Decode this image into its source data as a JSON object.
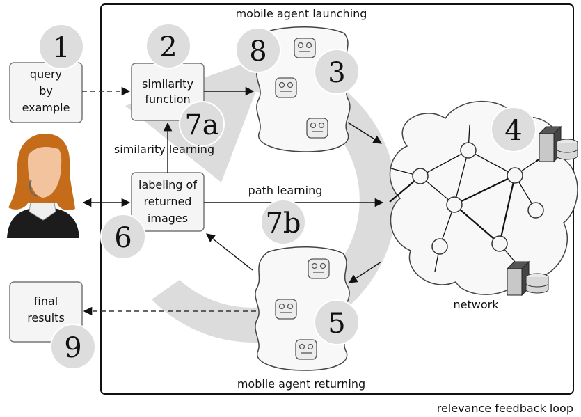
{
  "labels": {
    "launching": "mobile agent launching",
    "returning": "mobile agent returning",
    "loop": "relevance feedback loop",
    "network": "network",
    "similarity_learning": "similarity learning",
    "path_learning": "path learning"
  },
  "boxes": {
    "query": [
      "query",
      "by",
      "example"
    ],
    "similarity": [
      "similarity",
      "function"
    ],
    "labeling": [
      "labeling of",
      "returned",
      "images"
    ],
    "final": [
      "final",
      "results"
    ]
  },
  "steps": {
    "s1": "1",
    "s2": "2",
    "s3": "3",
    "s4": "4",
    "s5": "5",
    "s6": "6",
    "s7a": "7a",
    "s7b": "7b",
    "s8": "8",
    "s9": "9"
  },
  "colors": {
    "loop_arrow": "#dcdcdc",
    "step_circle": "#dddddd",
    "box_fill": "#f5f5f5"
  }
}
